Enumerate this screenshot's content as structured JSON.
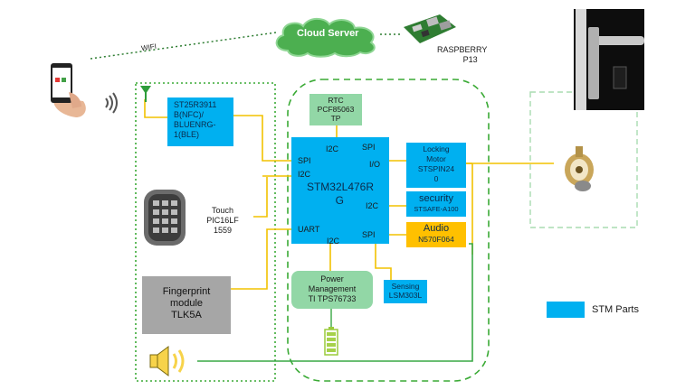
{
  "cloud": {
    "label": "Cloud Server"
  },
  "wifi_label": "WIFI",
  "raspberry": {
    "line1": "RASPBERRY",
    "line2": "P13"
  },
  "nfc_block": {
    "text": "ST25R3911\nB(NFC)/\nBLUENRG-\n1(BLE)"
  },
  "touch_block": {
    "text": "Touch\nPIC16LF\n1559"
  },
  "fingerprint_block": {
    "text": "Fingerprint\nmodule\nTLK5A"
  },
  "rtc_block": {
    "text": "RTC\nPCF85063\nTP"
  },
  "mcu_block": {
    "line1": "STM32L476R",
    "line2": "G"
  },
  "mcu_ports": {
    "i2c_top": "I2C",
    "spi_top": "SPI",
    "spi_left": "SPI",
    "io_right": "I/O",
    "i2c_left": "I2C",
    "i2c_right": "I2C",
    "uart_left": "UART",
    "i2c_bottom": "I2C",
    "spi_bottom": "SPI"
  },
  "motor_block": {
    "text": "Locking\nMotor\nSTSPIN24\n0"
  },
  "security_block": {
    "line1": "security",
    "line2": "STSAFE-A100"
  },
  "audio_block": {
    "line1": "Audio",
    "line2": "N570F064"
  },
  "power_block": {
    "text": "Power\nManagement\nTI TPS76733"
  },
  "sensing_block": {
    "text": "Sensing\nLSM303L"
  },
  "legend": {
    "label": "STM Parts"
  },
  "colors": {
    "stm_blue": "#00b0f0",
    "green_dash": "#3aaa35",
    "mint_box": "#92d7a6",
    "audio_yellow": "#ffc000",
    "wire_yellow": "#f2c200",
    "wire_green": "#39a845",
    "fingerprint_gray": "#a6a6a6"
  }
}
